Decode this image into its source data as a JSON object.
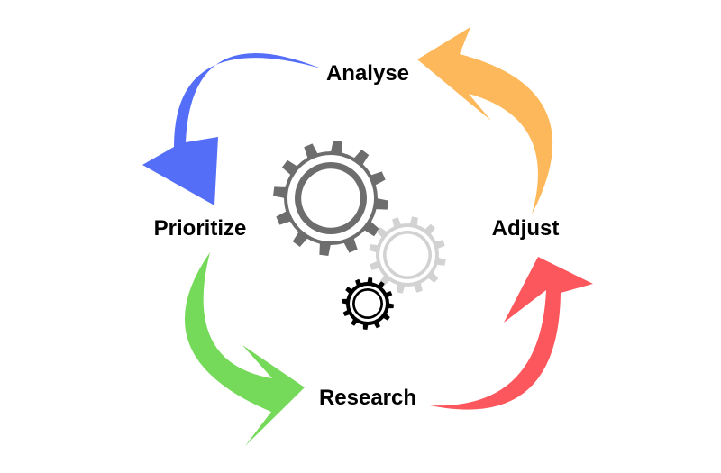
{
  "stages": [
    {
      "id": "top",
      "label": "Analyse"
    },
    {
      "id": "right",
      "label": "Adjust"
    },
    {
      "id": "bottom",
      "label": "Research"
    },
    {
      "id": "left",
      "label": "Prioritize"
    }
  ],
  "colors": {
    "arrow_analyse_to_prioritize": "#546ef7",
    "arrow_prioritize_to_research": "#75d95a",
    "arrow_research_to_adjust": "#fb575d",
    "arrow_adjust_to_analyse": "#fdb85b",
    "gear_large": "#6d6d6d",
    "gear_medium": "#d2d2d2",
    "gear_small": "#000000"
  },
  "icons": [
    "gear-large-icon",
    "gear-medium-icon",
    "gear-small-icon"
  ]
}
